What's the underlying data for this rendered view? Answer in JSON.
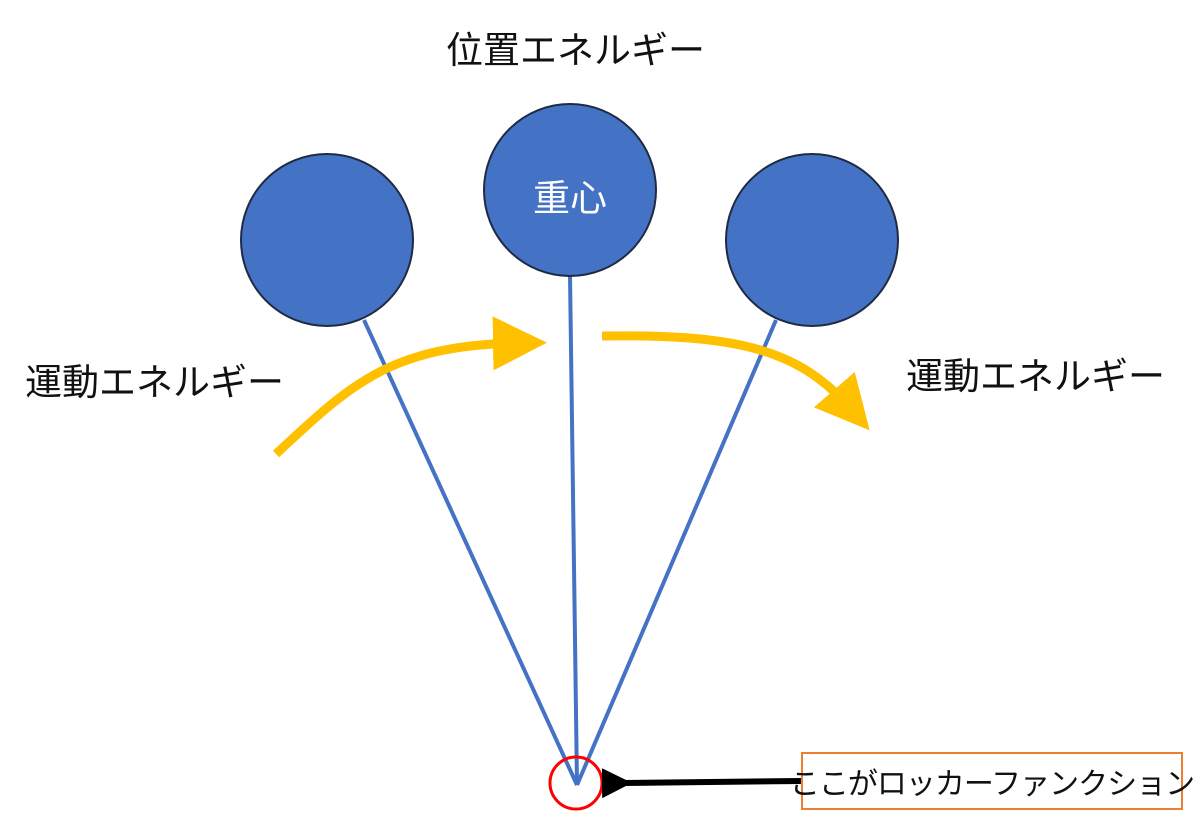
{
  "labels": {
    "potential_energy": "位置エネルギー",
    "kinetic_energy_left": "運動エネルギー",
    "kinetic_energy_right": "運動エネルギー",
    "center_of_gravity": "重心"
  },
  "callout": {
    "text": "ここがロッカーファンクション"
  },
  "colors": {
    "circle_fill": "#4472C4",
    "circle_stroke": "#1F2A44",
    "rod": "#4472C4",
    "arrow_yellow": "#FFC000",
    "pivot_ring": "#FF0000",
    "callout_border": "#ED7D31",
    "pointer_arrow": "#000000"
  }
}
